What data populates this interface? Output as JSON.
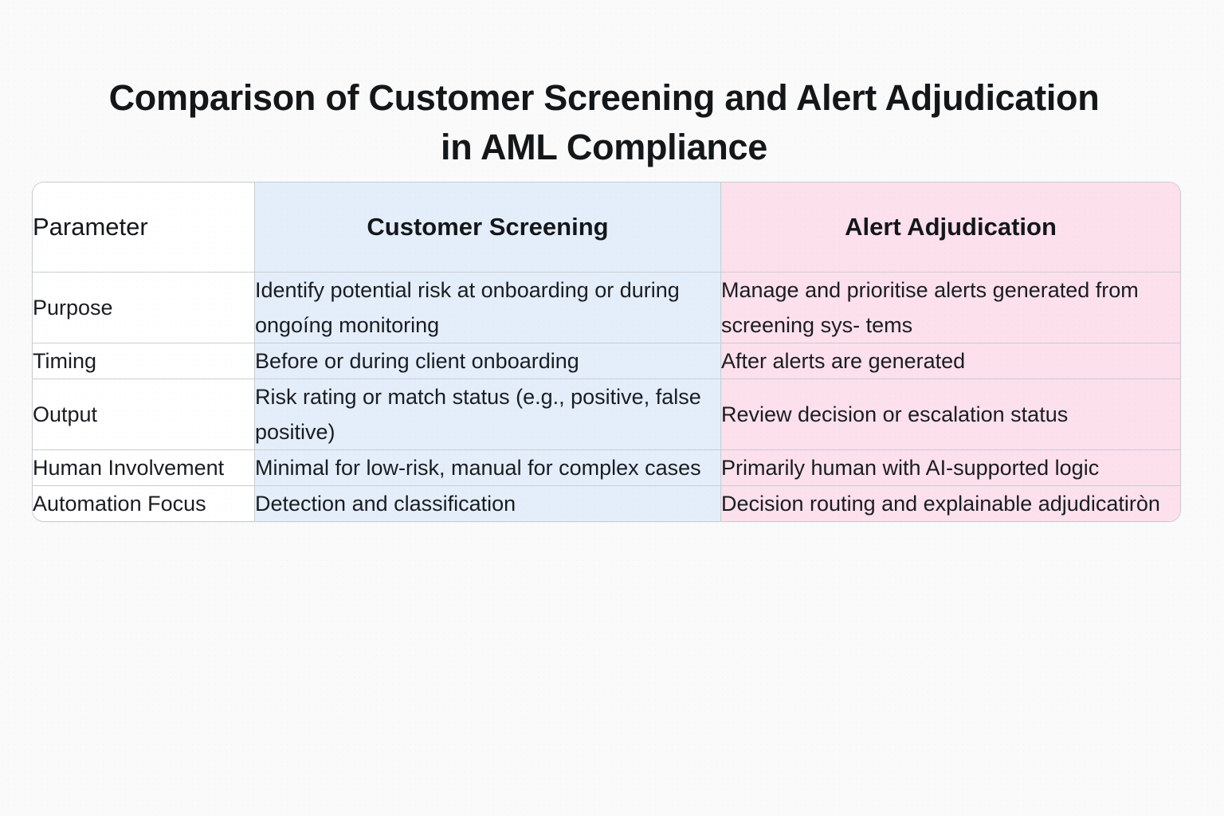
{
  "document": {
    "title_line_1": "Comparison of Customer Screening and Alert Adjudication",
    "title_line_2": "in AML Compliance",
    "background_color": "#fafafa"
  },
  "table": {
    "accent_blue": "#e4eefb",
    "accent_pink": "#fce0ec",
    "border_color": "#c9cdd2",
    "headers": [
      {
        "label": "Parameter",
        "emphasis": "medium"
      },
      {
        "label": "Customer Screening",
        "emphasis": "bold"
      },
      {
        "label": "Alert Adjudication",
        "emphasis": "bold"
      }
    ],
    "rows": [
      {
        "parameter": "Purpose",
        "customer_screening": "Identify potential risk at onboarding or during ongoíng monitoring",
        "alert_adjudication": "Manage and prioritise alerts generated from screening sys-\ntems"
      },
      {
        "parameter": "Timing",
        "customer_screening": "Before or during client onboarding",
        "alert_adjudication": "After alerts are generated"
      },
      {
        "parameter": "Output",
        "customer_screening": "Risk rating or match status\n(e.g., positive, false positive)",
        "alert_adjudication": "Review decision or escalation status"
      },
      {
        "parameter": "Human Involvement",
        "customer_screening": "Minimal for low-risk,\nmanual for complex cases",
        "alert_adjudication": "Primarily human with\nAI-supported logic"
      },
      {
        "parameter": "Automation Focus",
        "customer_screening": "Detection and classification",
        "alert_adjudication": "Decision routing and explainable adjudicatiròn"
      }
    ]
  }
}
